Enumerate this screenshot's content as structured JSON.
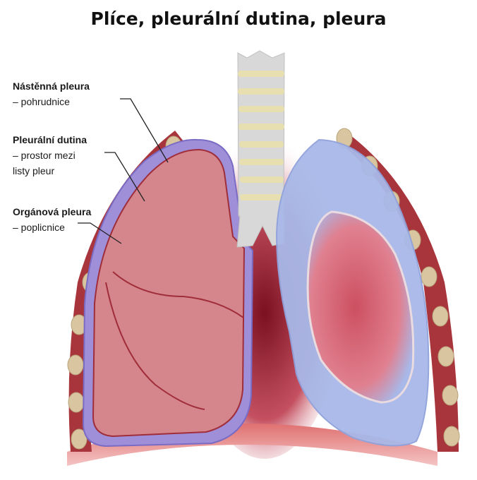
{
  "title": "Plíce, pleurální dutina, pleura",
  "labels": [
    {
      "name": "Nástěnná pleura",
      "desc": [
        "– pohrudnice"
      ]
    },
    {
      "name": "Pleurální dutina",
      "desc": [
        "– prostor mezi",
        "listy pleur"
      ]
    },
    {
      "name": "Orgánová pleura",
      "desc": [
        "– poplicnice"
      ]
    }
  ],
  "colors": {
    "rib": "#a8343c",
    "rib_bone": "#d9c6a0",
    "parietal_pleura": "#9f8fd8",
    "lung_left": "#d5868c",
    "lung_outline": "#a02e3a",
    "lung_right_pleura": "#a8b8e8",
    "trachea": "#d8d8d8",
    "mediastinum": "#7a1020"
  }
}
